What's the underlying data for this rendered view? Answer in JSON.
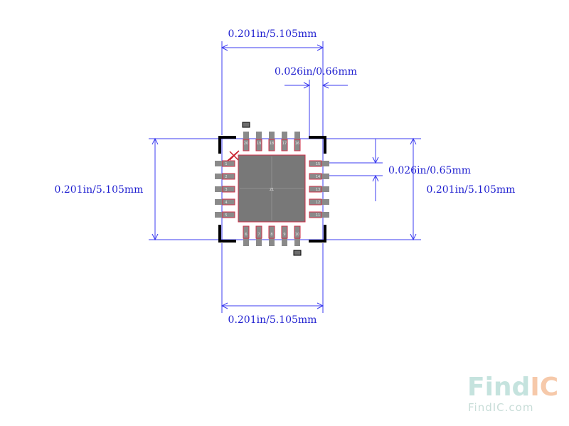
{
  "dimensions": {
    "top_width": "0.201in/5.105mm",
    "pad_width": "0.026in/0.66mm",
    "pitch": "0.026in/0.65mm",
    "left_height": "0.201in/5.105mm",
    "right_height": "0.201in/5.105mm",
    "bottom_width": "0.201in/5.105mm"
  },
  "center_pad_label": "21",
  "pins": {
    "top": [
      "20",
      "19",
      "18",
      "17",
      "16"
    ],
    "bottom": [
      "6",
      "7",
      "8",
      "9",
      "10"
    ],
    "left": [
      "1",
      "2",
      "3",
      "4",
      "5"
    ],
    "right": [
      "15",
      "14",
      "13",
      "12",
      "11"
    ]
  },
  "watermark": {
    "logo_find": "Find",
    "logo_ic": "IC",
    "url": "FindIC.com"
  },
  "colors": {
    "dimension_lines": "#3b3bf0",
    "pad": "#8a8a8a",
    "pad_outline": "#d0324a",
    "silkscreen": "#000000",
    "watermark_find": "#c5e3de",
    "watermark_ic": "#f6c9aa"
  }
}
